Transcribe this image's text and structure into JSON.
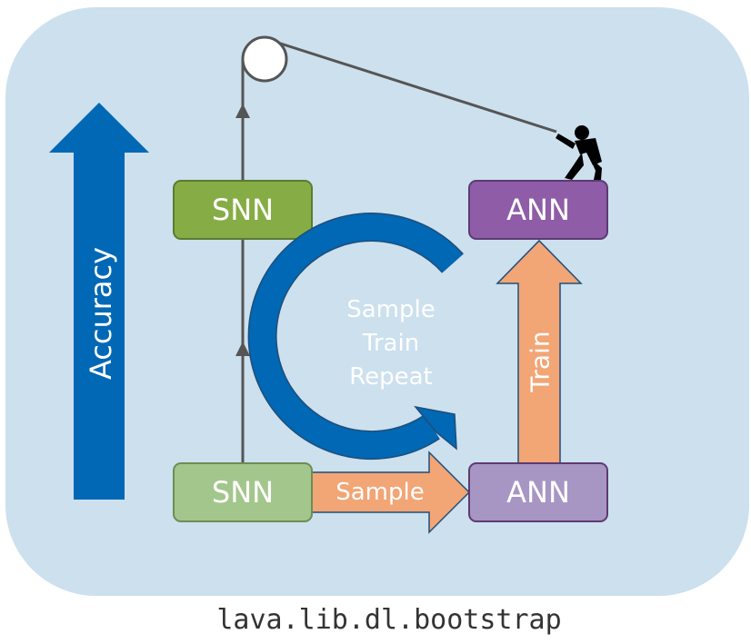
{
  "diagram": {
    "accuracy_label": "Accuracy",
    "top_snn_label": "SNN",
    "top_ann_label": "ANN",
    "bottom_snn_label": "SNN",
    "bottom_ann_label": "ANN",
    "sample_label": "Sample",
    "train_label": "Train",
    "cycle_lines": [
      "Sample",
      "Train",
      "Repeat"
    ],
    "caption": "lava.lib.dl.bootstrap"
  },
  "colors": {
    "background_panel": "#cce0ee",
    "accuracy_arrow": "#0068b5",
    "cycle_arrow": "#0068b5",
    "top_snn": "#86ad45",
    "bottom_snn": "#a3c68c",
    "top_ann": "#8f5ca8",
    "bottom_ann": "#a796c4",
    "orange_arrow": "#f2a575"
  }
}
